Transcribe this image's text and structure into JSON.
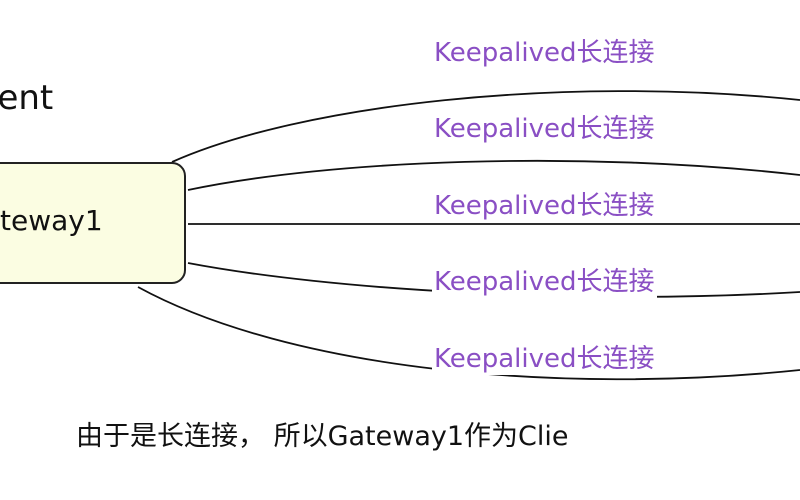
{
  "diagram": {
    "client_label": "ient",
    "gateway_label": "teway1",
    "connections": [
      {
        "label": "Keepalived长连接"
      },
      {
        "label": "Keepalived长连接"
      },
      {
        "label": "Keepalived长连接"
      },
      {
        "label": "Keepalived长连接"
      },
      {
        "label": "Keepalived长连接"
      }
    ],
    "caption": "由于是长连接， 所以Gateway1作为Clie"
  },
  "colors": {
    "label_purple": "#8a4fc4",
    "box_fill": "#fbfde2",
    "line": "#111111"
  }
}
